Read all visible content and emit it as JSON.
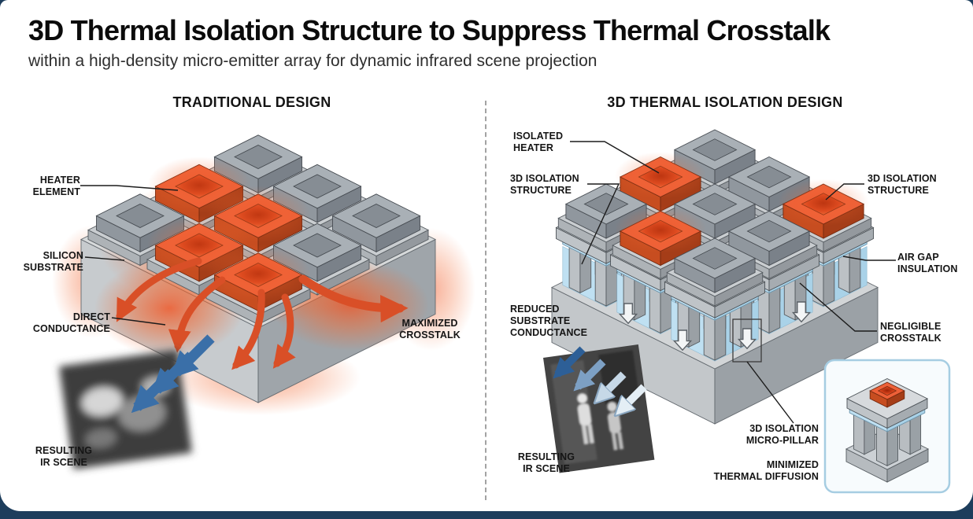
{
  "header": {
    "title": "3D Thermal Isolation Structure to Suppress Thermal Crosstalk",
    "subtitle": "within a high-density micro-emitter array for dynamic infrared scene projection"
  },
  "panels": {
    "left": {
      "title": "TRADITIONAL DESIGN",
      "labels": {
        "heater_element": "HEATER\nELEMENT",
        "silicon_substrate": "SILICON\nSUBSTRATE",
        "direct_conductance": "DIRECT\nCONDUCTANCE",
        "maximized_crosstalk": "MAXIMIZED\nCROSSTALK",
        "resulting_ir_scene": "RESULTING\nIR SCENE"
      }
    },
    "right": {
      "title": "3D THERMAL ISOLATION DESIGN",
      "labels": {
        "isolated_heater": "ISOLATED\nHEATER",
        "isolation_structure_left": "3D ISOLATION\nSTRUCTURE",
        "isolation_structure_right": "3D ISOLATION\nSTRUCTURE",
        "air_gap_insulation": "AIR GAP\nINSULATION",
        "reduced_substrate_conductance": "REDUCED\nSUBSTRATE\nCONDUCTANCE",
        "negligible_crosstalk": "NEGLIGIBLE\nCROSSTALK",
        "resulting_ir_scene": "RESULTING\nIR SCENE",
        "micro_pillar": "3D ISOLATION\nMICRO-PILLAR",
        "minimized_thermal_diffusion": "MINIMIZED\nTHERMAL DIFFUSION"
      }
    }
  },
  "colors": {
    "heater_orange": "#ee6038",
    "glow_orange": "#f25321",
    "emitter_gray": "#a9b0b6",
    "substrate_gray": "#c7cbce",
    "arrow_blue": "#3a6fa8",
    "air_gap_blue": "#bfe0f2",
    "inset_border_blue": "#a6cde2",
    "background_navy": "#1d3d5c"
  }
}
